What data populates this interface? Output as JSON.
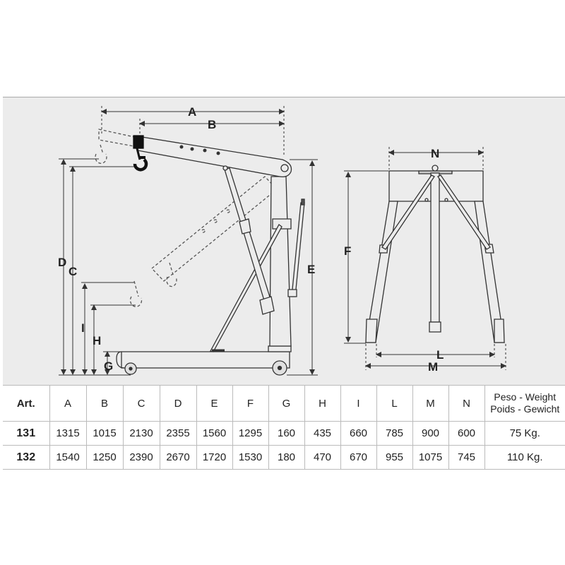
{
  "dimension_labels": {
    "A": "A",
    "B": "B",
    "C": "C",
    "D": "D",
    "E": "E",
    "F": "F",
    "G": "G",
    "H": "H",
    "I": "I",
    "L": "L",
    "M": "M",
    "N": "N"
  },
  "table": {
    "headers": [
      "Art.",
      "A",
      "B",
      "C",
      "D",
      "E",
      "F",
      "G",
      "H",
      "I",
      "L",
      "M",
      "N"
    ],
    "weight_header_line1": "Peso - Weight",
    "weight_header_line2": "Poids - Gewicht",
    "rows": [
      {
        "art": "131",
        "values": [
          "1315",
          "1015",
          "2130",
          "2355",
          "1560",
          "1295",
          "160",
          "435",
          "660",
          "785",
          "900",
          "600"
        ],
        "weight": "75 Kg."
      },
      {
        "art": "132",
        "values": [
          "1540",
          "1250",
          "2390",
          "2670",
          "1720",
          "1530",
          "180",
          "470",
          "670",
          "955",
          "1075",
          "745"
        ],
        "weight": "110 Kg."
      }
    ]
  },
  "colors": {
    "panel": "#ececec",
    "line": "#333333",
    "hook": "#111111"
  }
}
